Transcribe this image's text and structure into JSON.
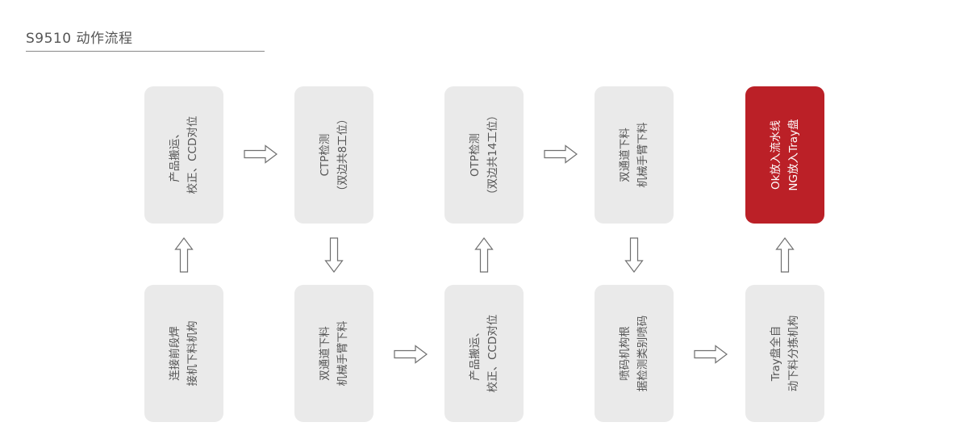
{
  "title": "S9510 动作流程",
  "top_row": [
    {
      "lines": [
        "产品搬运、",
        "校正、CCD对位"
      ]
    },
    {
      "lines": [
        "CTP检测",
        "（双边共8工位）"
      ]
    },
    {
      "lines": [
        "OTP检测",
        "（双边共14工位）"
      ]
    },
    {
      "lines": [
        "双通道下料",
        "机械手臂下料"
      ]
    },
    {
      "lines": [
        "Ok放入流水线",
        "NG放入Tray盘"
      ]
    }
  ],
  "bottom_row": [
    {
      "lines": [
        "连接前段焊",
        "接机下料机构"
      ]
    },
    {
      "lines": [
        "双通道下料",
        "机械手臂下料"
      ]
    },
    {
      "lines": [
        "产品搬运、",
        "校正、CCD对位"
      ]
    },
    {
      "lines": [
        "喷码机构根",
        "据检测类别喷码"
      ]
    },
    {
      "lines": [
        "Tray盘全自",
        "动下料分拣机构"
      ]
    }
  ],
  "colors": {
    "box_fill": "#eaeaea",
    "highlight_fill": "#bb2027",
    "text": "#555555",
    "arrow_stroke": "#6f6f6f"
  }
}
